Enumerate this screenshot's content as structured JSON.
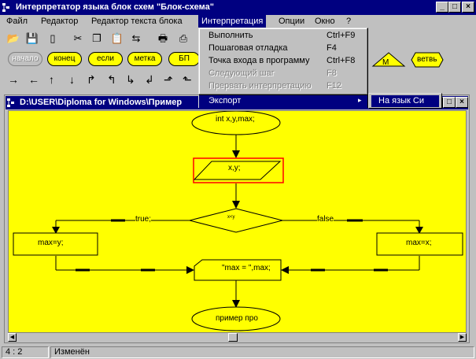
{
  "window": {
    "title": "Интерпретатор языка блок схем \"Блок-схема\"",
    "minimize": "_",
    "maximize": "□",
    "close": "×"
  },
  "menubar": {
    "items": [
      {
        "label": "Файл"
      },
      {
        "label": "Редактор"
      },
      {
        "label": "Редактор текста блока"
      },
      {
        "label": "Интерпретация"
      },
      {
        "label": "Опции"
      },
      {
        "label": "Окно"
      },
      {
        "label": "?"
      }
    ]
  },
  "toolbar": {
    "blocks": [
      "начало",
      "конец",
      "если",
      "метка",
      "БП"
    ],
    "right_blocks": [
      "М",
      "ветвь"
    ]
  },
  "dropdown": {
    "items": [
      {
        "label": "Выполнить",
        "shortcut": "Ctrl+F9"
      },
      {
        "label": "Пошаговая отладка",
        "shortcut": "F4"
      },
      {
        "label": "Точка входа в программу",
        "shortcut": "Ctrl+F8"
      },
      {
        "label": "Следующий шаг",
        "shortcut": "F8"
      },
      {
        "label": "Прервать интерпретацию",
        "shortcut": "F12"
      },
      {
        "label": "Экспорт",
        "submenu_arrow": "▸"
      }
    ]
  },
  "submenu": {
    "item": "На язык Си"
  },
  "child_window": {
    "title": "D:\\USER\\Diploma for Windows\\Пример"
  },
  "flowchart": {
    "start": "int x,y,max;",
    "input": "x,y;",
    "condition": "x<y",
    "branch_true": "true;",
    "branch_false": "false",
    "left_assign": "max=y;",
    "right_assign": "max=x;",
    "output": "\"max = \",max;",
    "end": "пример про"
  },
  "statusbar": {
    "position": "4 : 2",
    "state": "Изменён"
  },
  "colors": {
    "canvas": "#ffff00",
    "title": "#000080",
    "selected_block": "#ff0000"
  }
}
